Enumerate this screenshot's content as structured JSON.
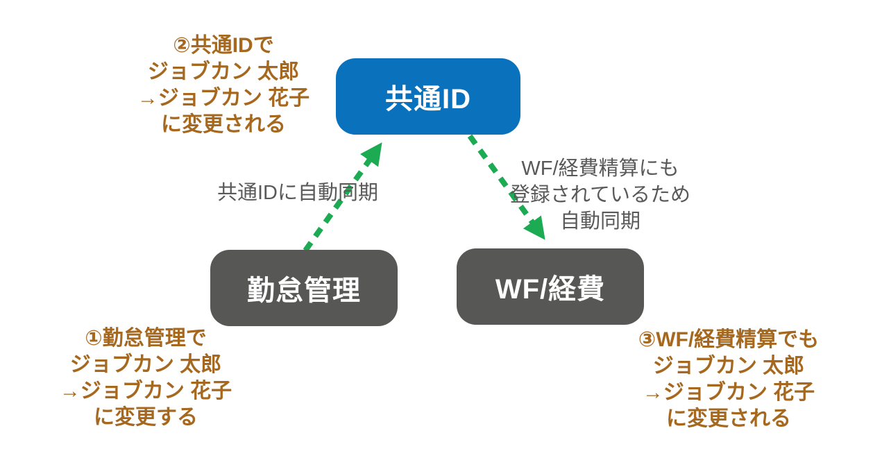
{
  "colors": {
    "common_id_box": "#0a72bc",
    "system_box": "#575756",
    "arrow_green": "#1cab53",
    "annotation_brown": "#a6681e",
    "edge_label_gray": "#595959",
    "background": "#ffffff"
  },
  "nodes": {
    "common_id": {
      "label": "共通ID"
    },
    "attendance": {
      "label": "勤怠管理"
    },
    "wf_expense": {
      "label": "WF/経費"
    }
  },
  "edges": {
    "attendance_to_common": {
      "label": "共通IDに自動同期",
      "direction": "up"
    },
    "common_to_wf": {
      "lines": [
        "WF/経費精算にも",
        "登録されているため",
        "自動同期"
      ],
      "direction": "down"
    }
  },
  "annotations": {
    "step2": {
      "lines": [
        "②共通IDで",
        "ジョブカン 太郎",
        "→ジョブカン 花子",
        "に変更される"
      ]
    },
    "step1": {
      "lines": [
        "①勤怠管理で",
        "ジョブカン 太郎",
        "→ジョブカン 花子",
        "に変更する"
      ]
    },
    "step3": {
      "lines": [
        "③WF/経費精算でも",
        "ジョブカン 太郎",
        "→ジョブカン 花子",
        "に変更される"
      ]
    }
  }
}
